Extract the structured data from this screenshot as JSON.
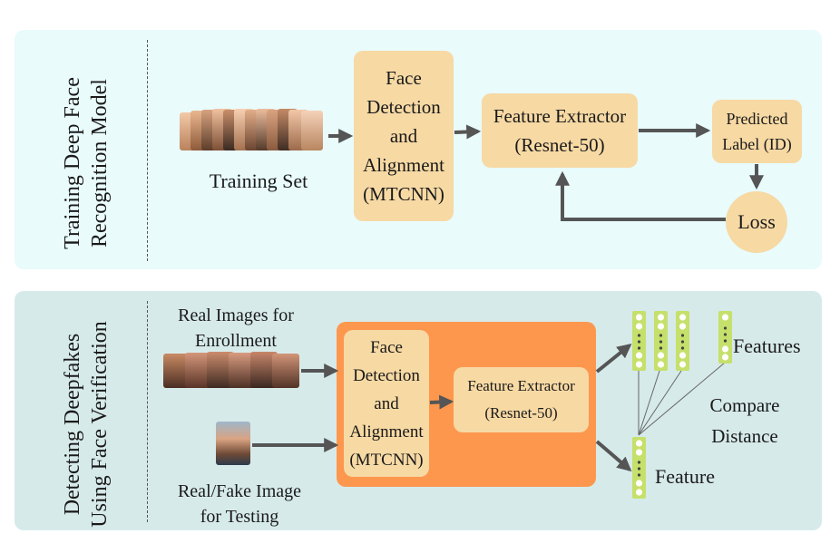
{
  "colors": {
    "top_panel_bg": "#e9fbfb",
    "bottom_panel_bg": "#d7eaea",
    "box_fill": "#f7d9a4",
    "highlight_fill": "#fd974e",
    "feature_vector_fill": "#c5e06b",
    "arrow": "#555555"
  },
  "top": {
    "side_label": [
      "Training Deep Face",
      "Recognition Model"
    ],
    "training_set_label": "Training Set",
    "face_detection": [
      "Face",
      "Detection",
      "and",
      "Alignment",
      "(MTCNN)"
    ],
    "feature_extractor": [
      "Feature Extractor",
      "(Resnet-50)"
    ],
    "predicted_label": [
      "Predicted",
      "Label (ID)"
    ],
    "loss": "Loss",
    "training_images_icon": "face-image-stack-icon"
  },
  "bottom": {
    "side_label": [
      "Detecting Deepfakes",
      "Using Face Verification"
    ],
    "enrollment_label": [
      "Real Images for",
      "Enrollment"
    ],
    "testing_label": [
      "Real/Fake Image",
      "for Testing"
    ],
    "face_detection": [
      "Face",
      "Detection",
      "and",
      "Alignment",
      "(MTCNN)"
    ],
    "feature_extractor": [
      "Feature Extractor",
      "(Resnet-50)"
    ],
    "features_label": "Features",
    "feature_label": "Feature",
    "compare_label": [
      "Compare",
      "Distance"
    ],
    "enrollment_images_icon": "face-image-stack-icon",
    "test_image_icon": "face-photo-icon",
    "feature_vector_icon": "feature-vector-icon"
  }
}
